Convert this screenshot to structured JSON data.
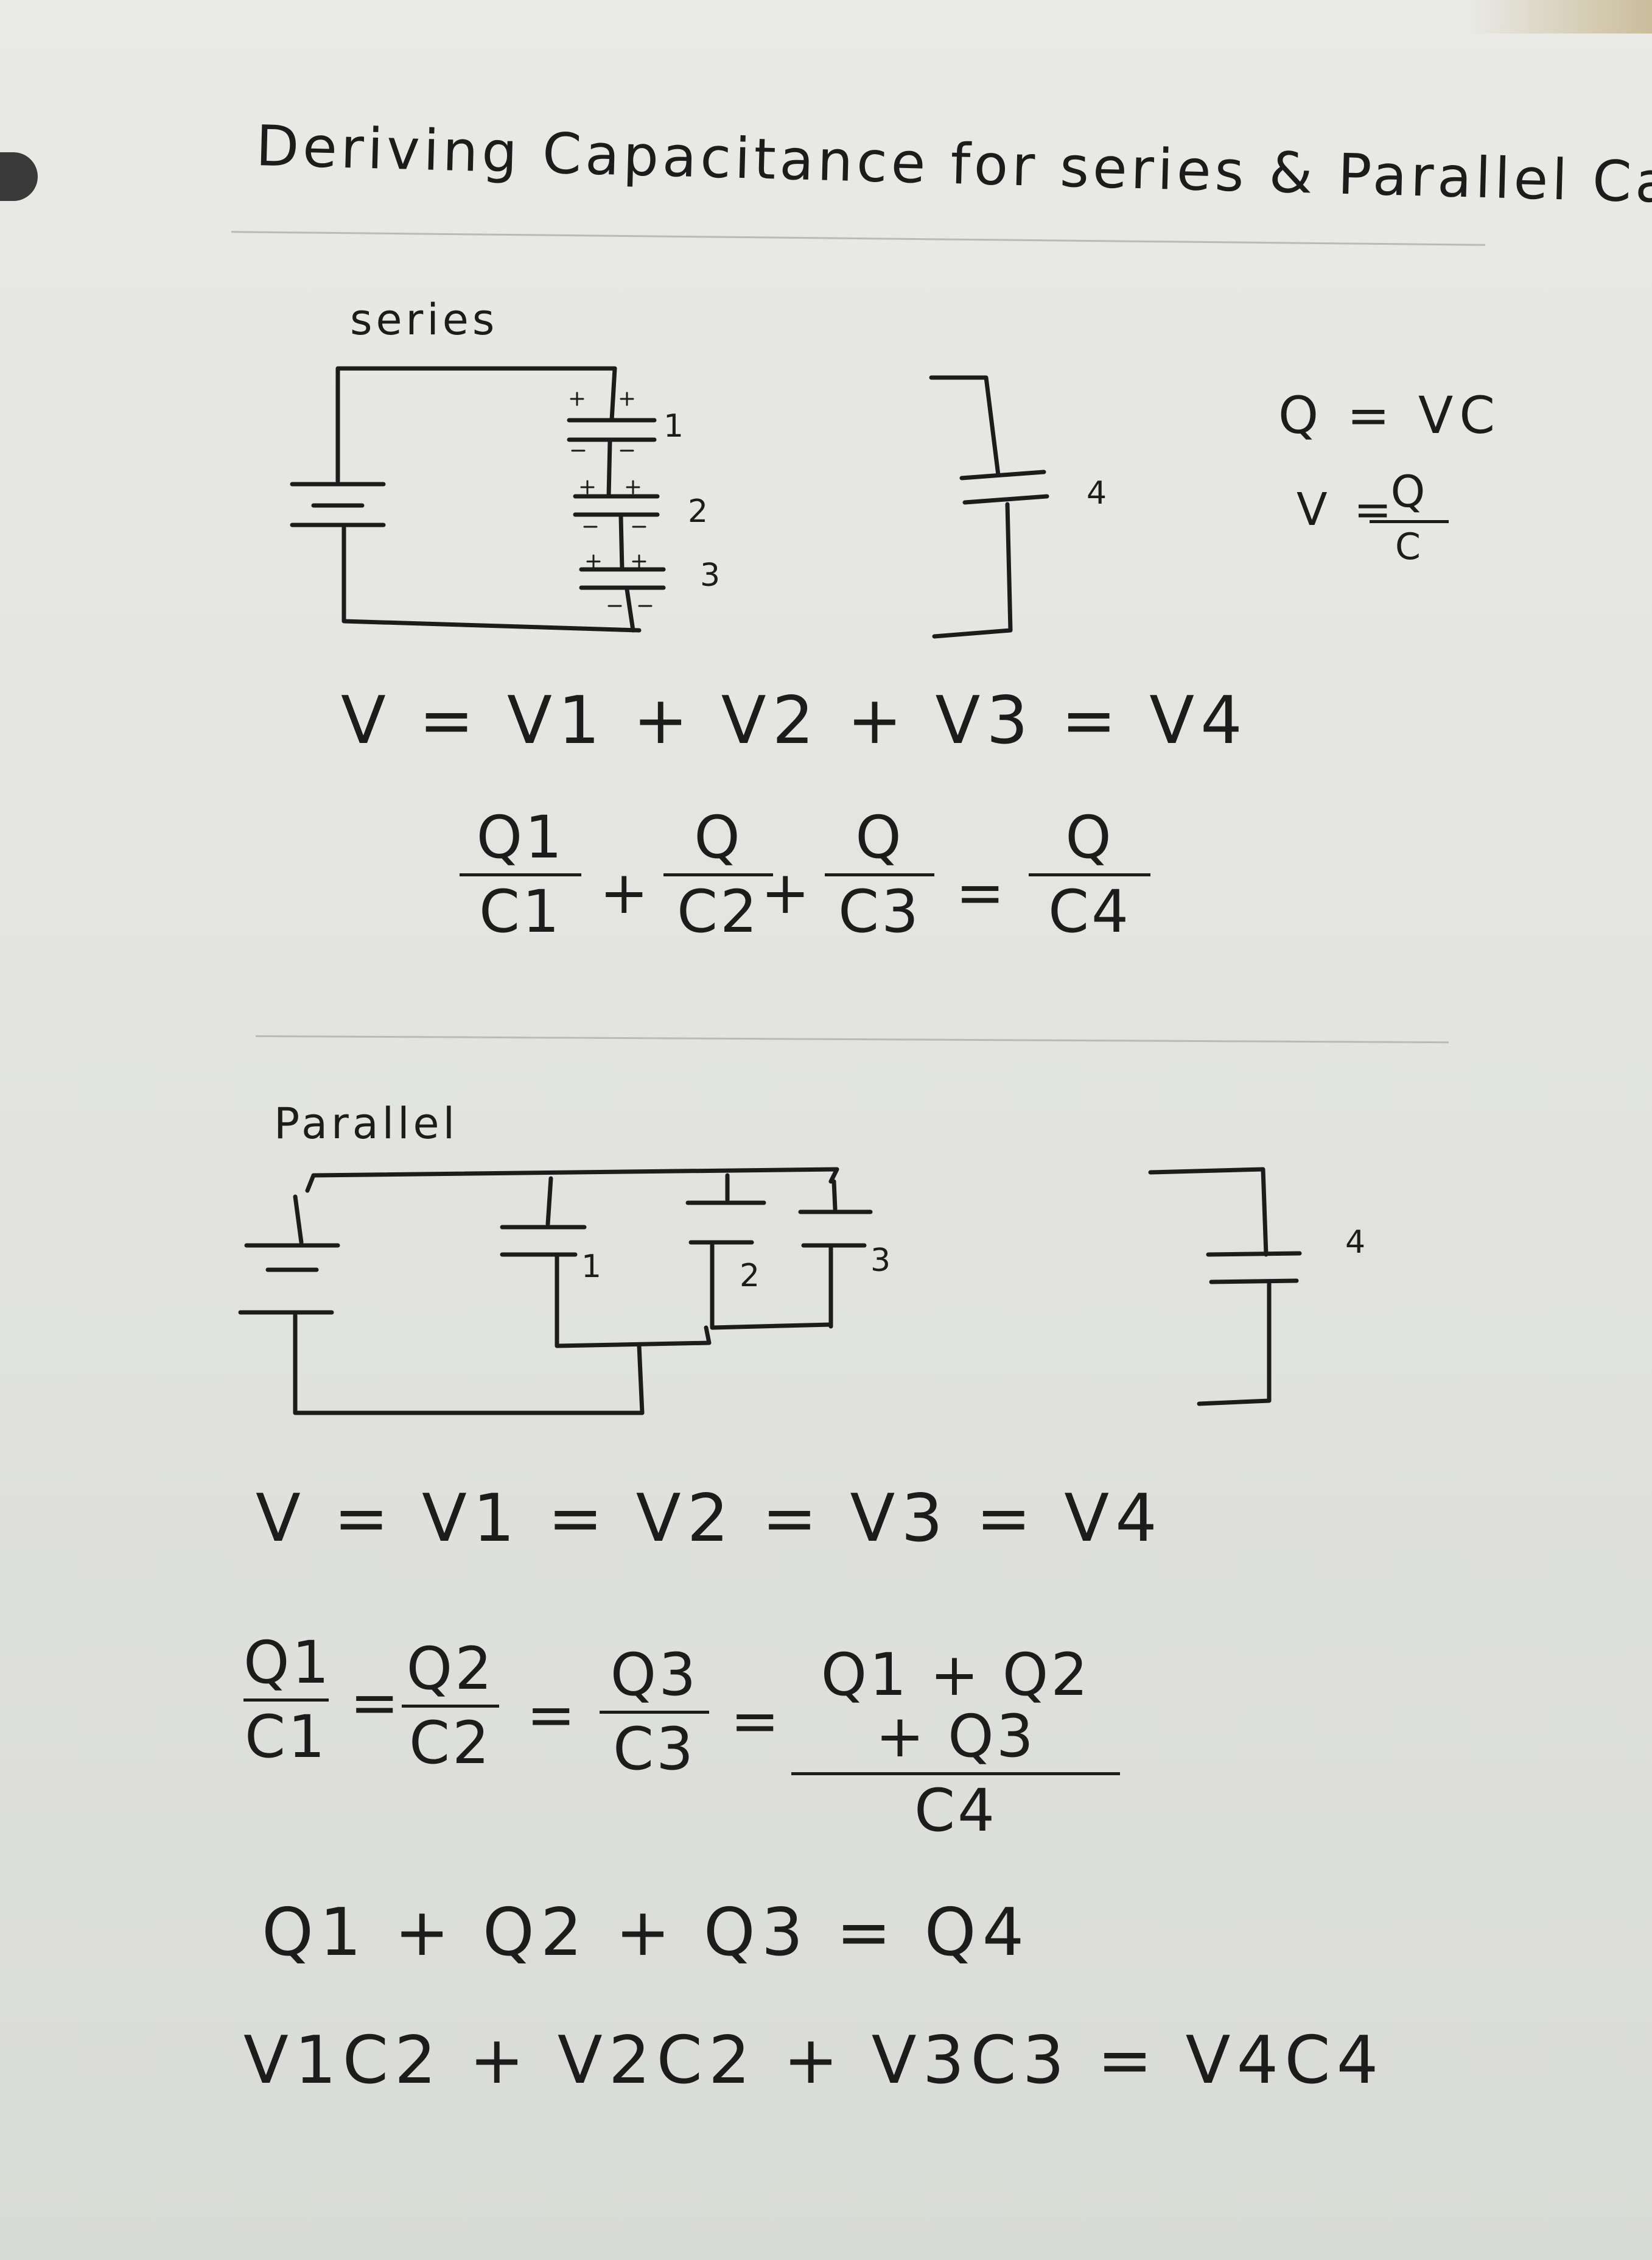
{
  "title": "Deriving Capacitance for series & Parallel Capacitors",
  "side_formulas": {
    "q_eq": "Q = VC",
    "v_eq_lhs": "V =",
    "v_eq_num": "Q",
    "v_eq_den": "C"
  },
  "series": {
    "label": "series",
    "capacitor_labels": [
      "1",
      "2",
      "3"
    ],
    "equivalent_label": "4",
    "voltage_eq": "V = V1 + V2 + V3 = V4",
    "charge_eq": {
      "terms": [
        {
          "num": "Q1",
          "den": "C1"
        },
        {
          "num": "Q",
          "den": "C2"
        },
        {
          "num": "Q",
          "den": "C3"
        },
        {
          "num": "Q",
          "den": "C4"
        }
      ],
      "ops": [
        "+",
        "+",
        "="
      ]
    }
  },
  "parallel": {
    "label": "Parallel",
    "capacitor_labels": [
      "1",
      "2",
      "3"
    ],
    "equivalent_label": "4",
    "voltage_eq": "V = V1 = V2 = V3 = V4",
    "ratio_eq": {
      "terms": [
        {
          "num": "Q1",
          "den": "C1"
        },
        {
          "num": "Q2",
          "den": "C2"
        },
        {
          "num": "Q3",
          "den": "C3"
        },
        {
          "num": "Q1 + Q2 + Q3",
          "den": "C4"
        }
      ],
      "ops": [
        "=",
        "=",
        "="
      ]
    },
    "charge_sum": "Q1 + Q2 + Q3 = Q4",
    "final_eq": "V1C2 + V2C2 + V3C3 = V4C4"
  }
}
